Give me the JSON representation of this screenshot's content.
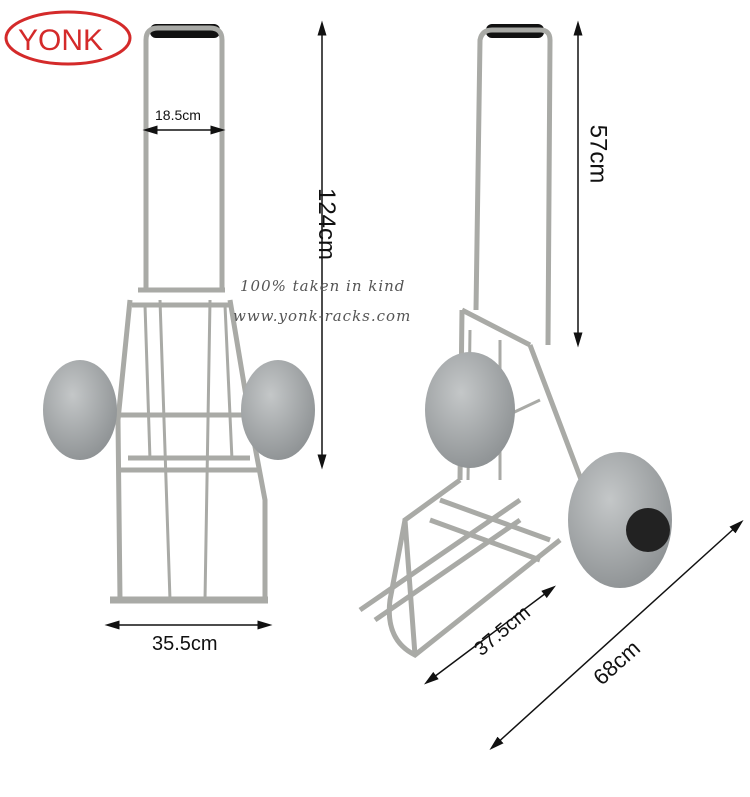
{
  "logo": {
    "text": "YONK",
    "color": "#d42a2a"
  },
  "watermark": {
    "line1": "100% taken in kind",
    "line2": "www.yonk-racks.com"
  },
  "dimensions": {
    "handle_width": "18.5cm",
    "total_height": "124cm",
    "handle_extension": "57cm",
    "base_width": "35.5cm",
    "platform_width": "37.5cm",
    "platform_length": "68cm"
  },
  "colors": {
    "frame": "#a9aaa6",
    "wheel": "#a8acae",
    "grip": "#111111"
  }
}
